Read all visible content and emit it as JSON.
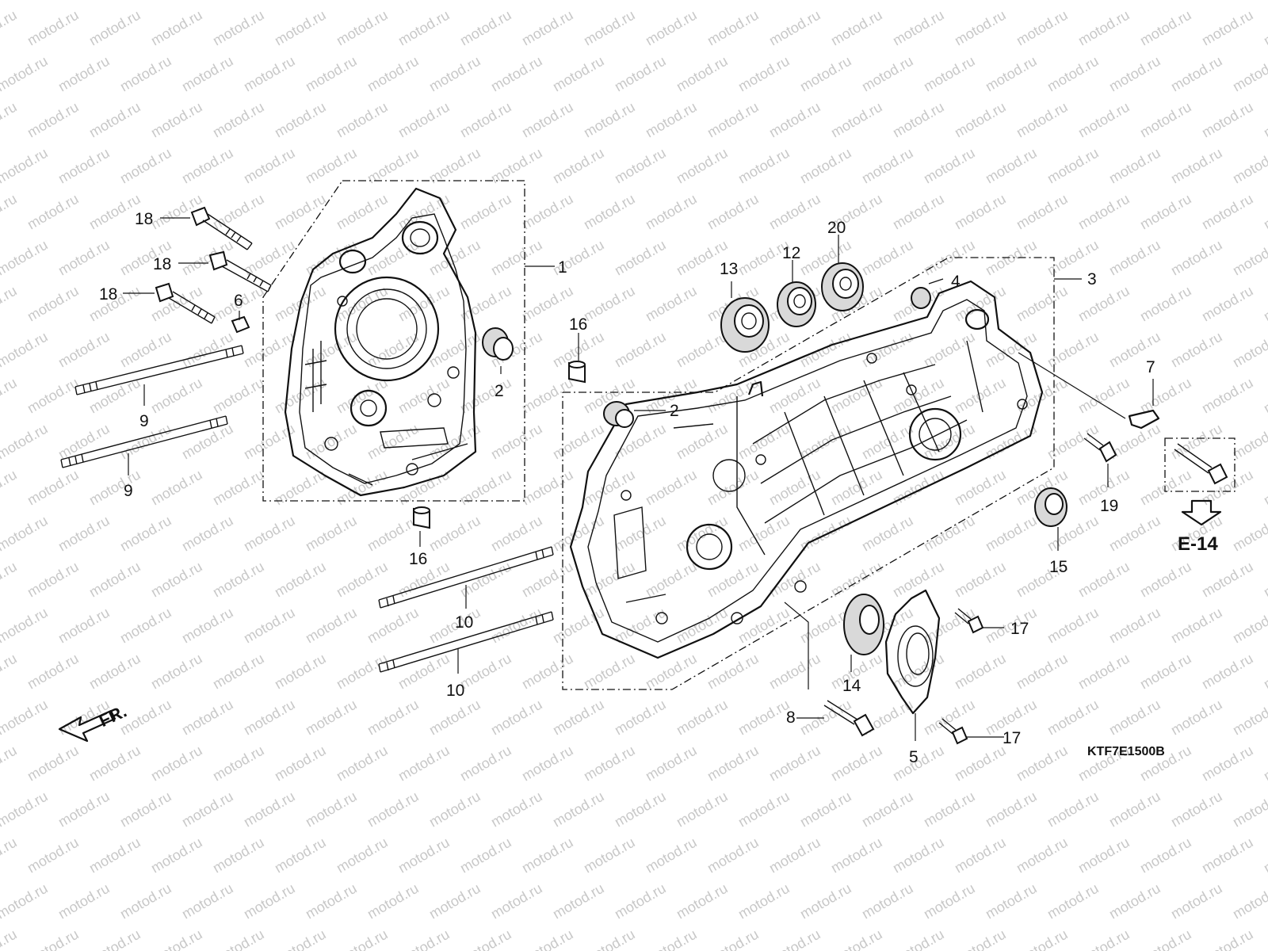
{
  "watermark": "motod.ru",
  "diagram_code": "KTF7E1500B",
  "reference": "E-14",
  "front_marker": "FR.",
  "callouts": {
    "c1": "1",
    "c2a": "2",
    "c2b": "2",
    "c3": "3",
    "c4": "4",
    "c5": "5",
    "c6": "6",
    "c7": "7",
    "c8": "8",
    "c9a": "9",
    "c9b": "9",
    "c10a": "10",
    "c10b": "10",
    "c12": "12",
    "c13": "13",
    "c14": "14",
    "c15": "15",
    "c16a": "16",
    "c16b": "16",
    "c17a": "17",
    "c17b": "17",
    "c18a": "18",
    "c18b": "18",
    "c18c": "18",
    "c19": "19",
    "c20": "20"
  }
}
